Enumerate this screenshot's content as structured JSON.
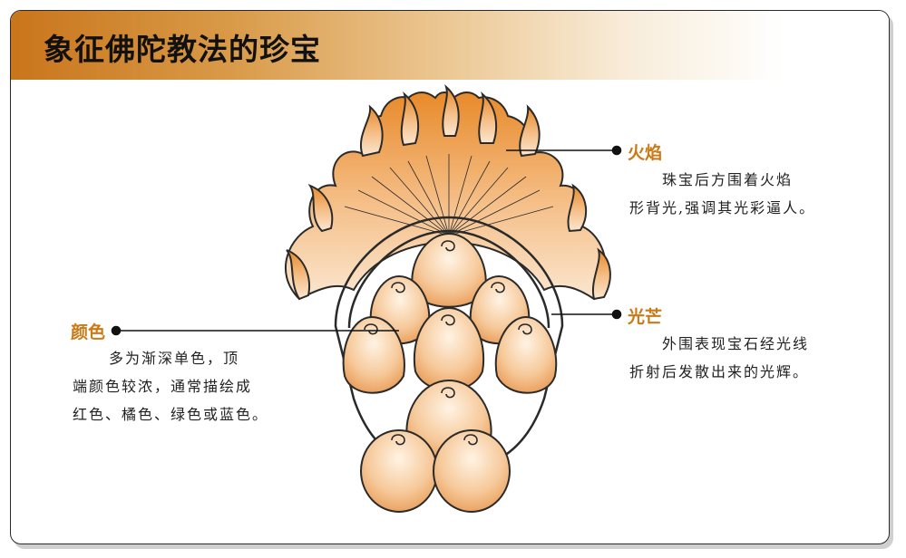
{
  "title": "象征佛陀教法的珍宝",
  "annotations": {
    "flame": {
      "label": "火焰",
      "lines": [
        "珠宝后方围着火焰",
        "形背光,强调其光彩逼人。"
      ]
    },
    "radiance": {
      "label": "光芒",
      "lines": [
        "外围表现宝石经光线",
        "折射后发散出来的光辉。"
      ]
    },
    "color": {
      "label": "颜色",
      "lines": [
        "多为渐深单色，顶",
        "端颜色较浓，通常描绘成",
        "红色、橘色、绿色或蓝色。"
      ]
    }
  },
  "colors": {
    "accent": "#c97a16",
    "header_start": "#c9751b",
    "jewel_fill": "#f2b77c",
    "outline": "#2a2a2a"
  }
}
